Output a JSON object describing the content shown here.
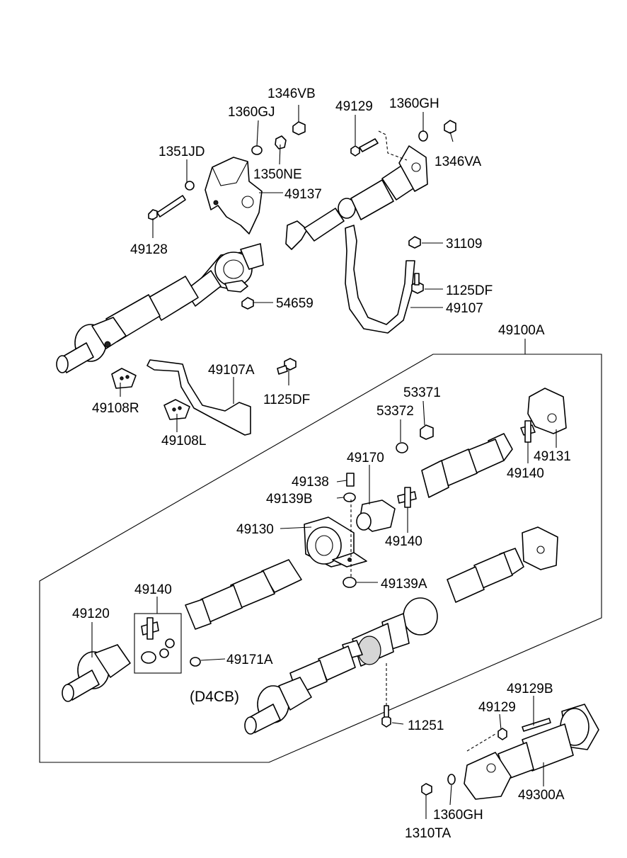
{
  "labels": {
    "p1346VB": "1346VB",
    "p1360GJ": "1360GJ",
    "p49129_top": "49129",
    "p1360GH_top": "1360GH",
    "p1351JD": "1351JD",
    "p1350NE": "1350NE",
    "p1346VA": "1346VA",
    "p49137": "49137",
    "p49128": "49128",
    "p31109": "31109",
    "p1125DF_a": "1125DF",
    "p54659": "54659",
    "p49107": "49107",
    "p49100A": "49100A",
    "p49107A": "49107A",
    "p1125DF_b": "1125DF",
    "p49108R": "49108R",
    "p49108L": "49108L",
    "p53371": "53371",
    "p53372": "53372",
    "p49170": "49170",
    "p49131": "49131",
    "p49140_a": "49140",
    "p49138": "49138",
    "p49139B": "49139B",
    "p49130": "49130",
    "p49140_b": "49140",
    "p49139A": "49139A",
    "p49140_c": "49140",
    "p49120": "49120",
    "p49171A": "49171A",
    "pD4CB": "(D4CB)",
    "p11251": "11251",
    "p49129B": "49129B",
    "p49129_bot": "49129",
    "p1360GH_bot": "1360GH",
    "p49300A": "49300A",
    "p1310TA": "1310TA"
  }
}
